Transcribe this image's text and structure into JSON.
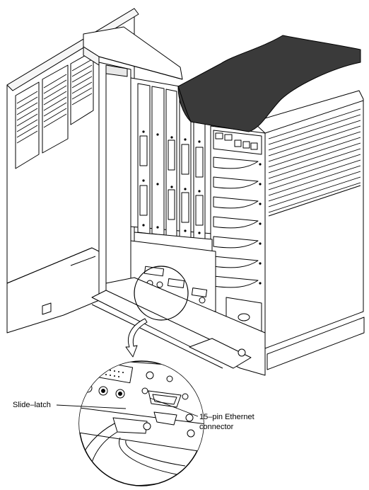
{
  "figure": {
    "callouts": {
      "slide_latch": "Slide–latch",
      "ethernet_line1": "15–pin Ethernet",
      "ethernet_line2": "connector"
    }
  }
}
